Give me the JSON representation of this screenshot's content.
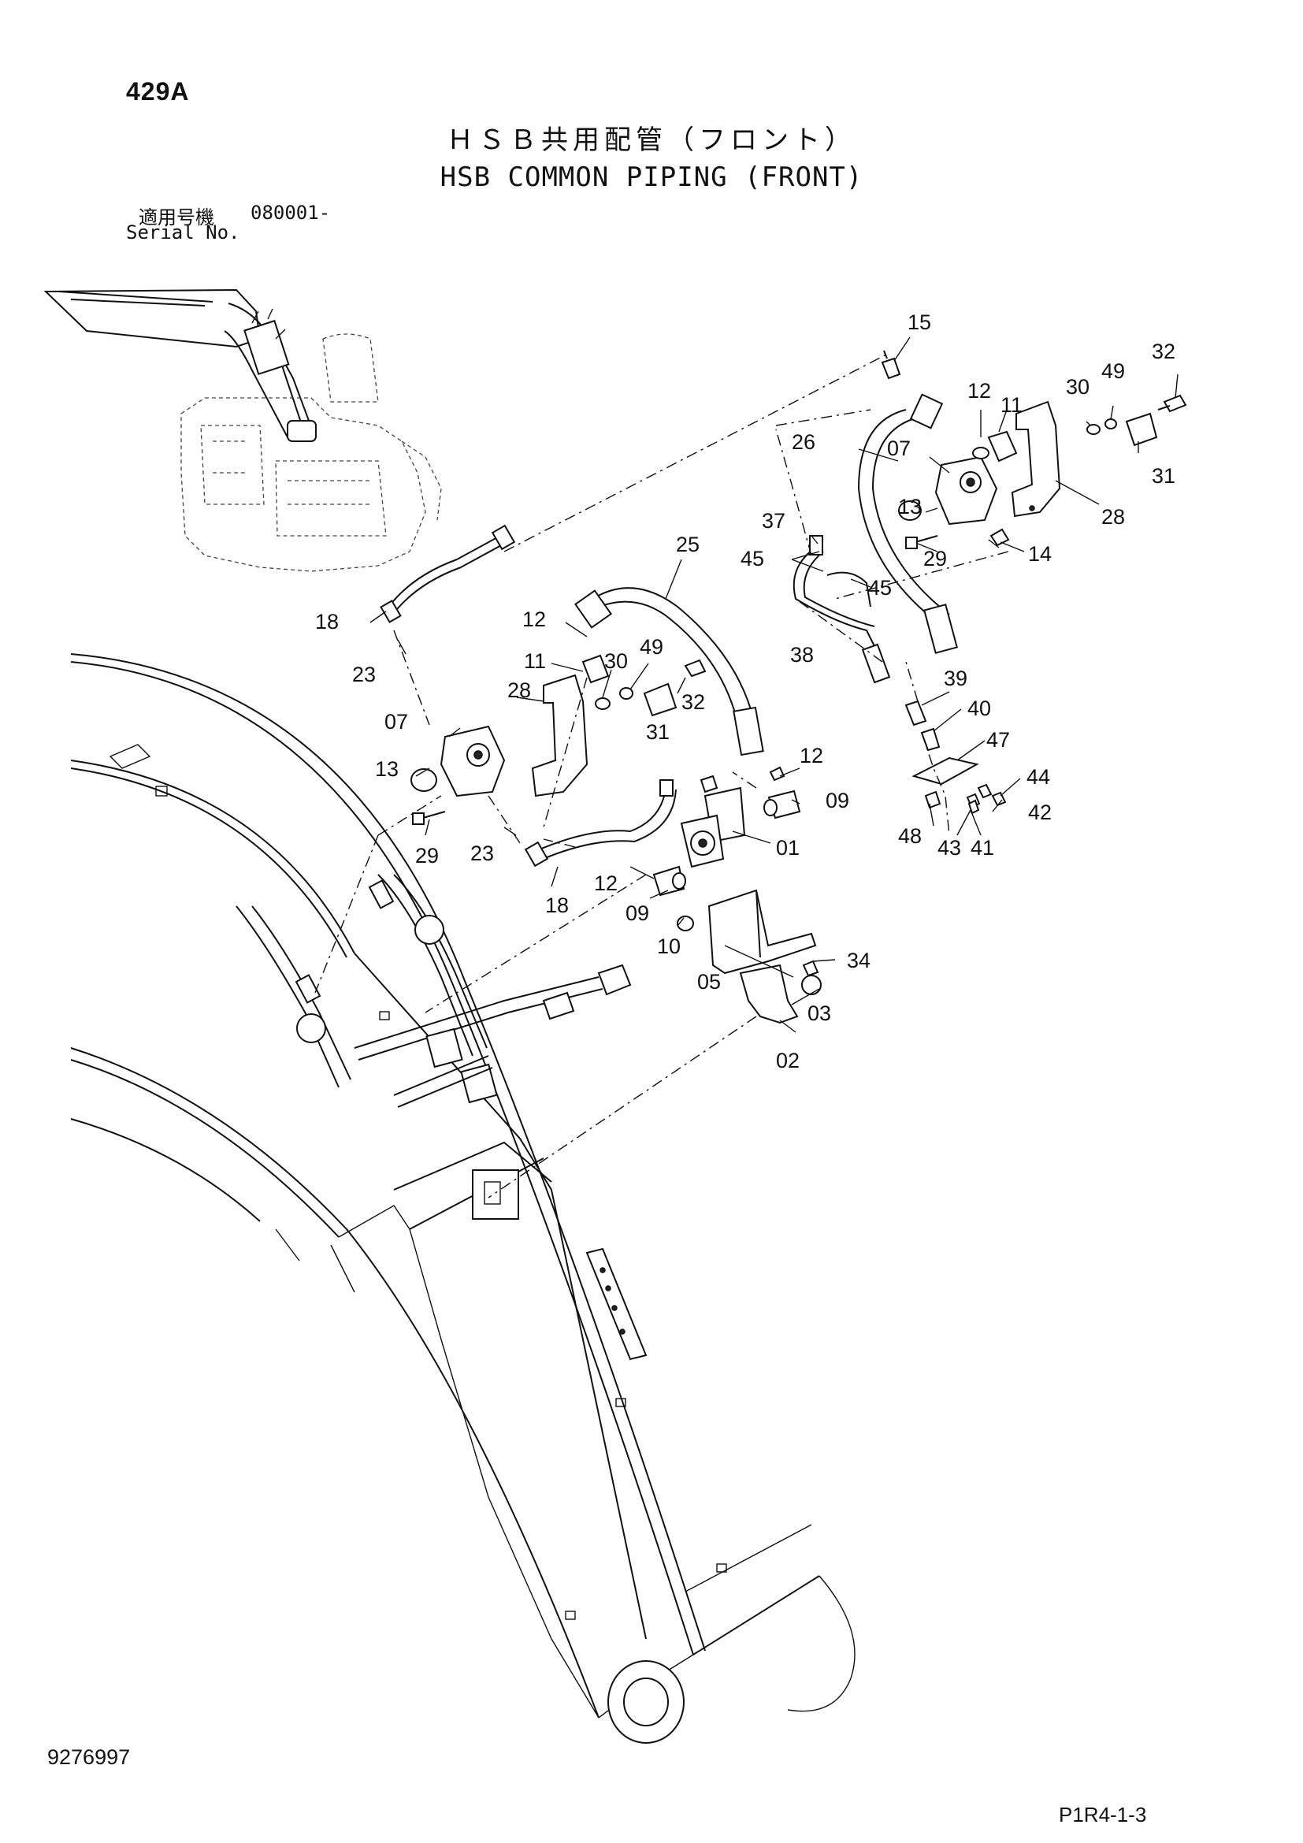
{
  "header": {
    "page_id": "429A",
    "title_jp": "ＨＳＢ共用配管（フロント）",
    "title_en": "HSB COMMON PIPING (FRONT)",
    "serial_label_jp": "適用号機",
    "serial_label_en": "Serial No.",
    "serial_value": "080001-"
  },
  "footer": {
    "doc_number": "9276997",
    "page_ref": "P1R4-1-3"
  },
  "callouts": [
    "15",
    "32",
    "12",
    "11",
    "30",
    "49",
    "26",
    "07",
    "13",
    "29",
    "14",
    "28",
    "31",
    "37",
    "45",
    "45",
    "25",
    "12",
    "11",
    "30",
    "49",
    "32",
    "28",
    "07",
    "31",
    "18",
    "23",
    "38",
    "39",
    "40",
    "47",
    "44",
    "42",
    "41",
    "43",
    "48",
    "12",
    "09",
    "13",
    "29",
    "23",
    "18",
    "01",
    "12",
    "09",
    "10",
    "34",
    "05",
    "03",
    "02"
  ]
}
